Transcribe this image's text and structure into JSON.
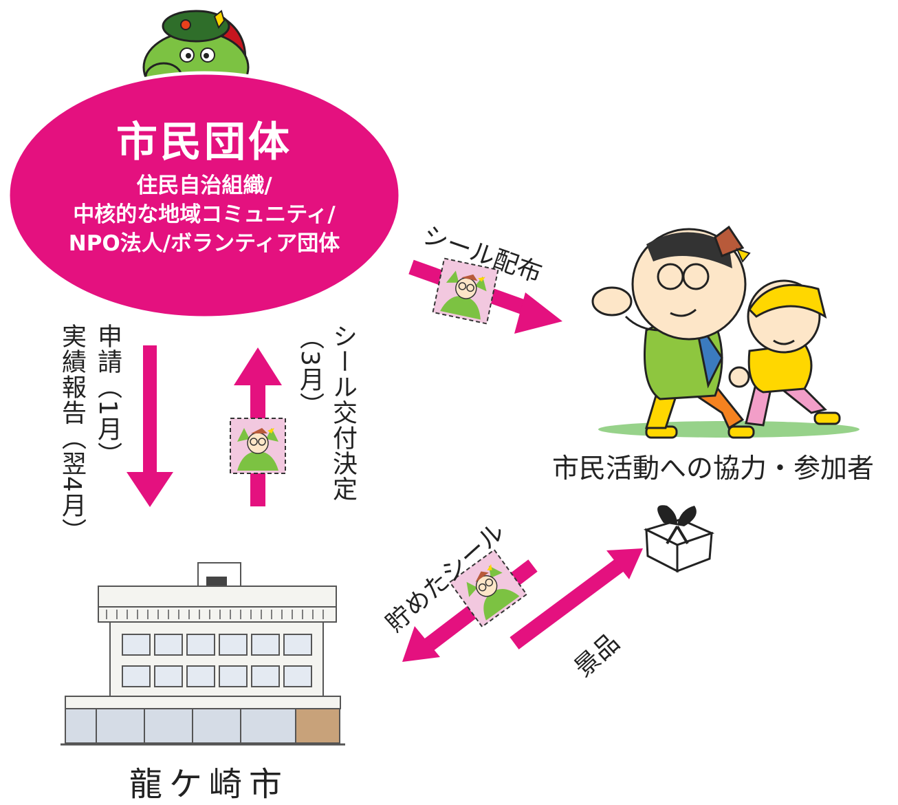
{
  "colors": {
    "accent_magenta": "#e4117f",
    "sticker_pink": "#f2c8df",
    "mascot_green": "#7cc242",
    "boy_green": "#8ec63f",
    "hat_yellow": "#ffd700"
  },
  "org": {
    "title": "市民団体",
    "subtitle_lines": [
      "住民自治組織/",
      "中核的な地域コミュニティ/",
      "NPO法人/ボランティア団体"
    ]
  },
  "flows": {
    "apply": "申請（1月）",
    "report": "実績報告（翌4月）",
    "sticker_decision": "シール交付決定",
    "sticker_decision_month": "（3月）",
    "distribute": "シール配布",
    "saved_stickers": "貯めたシール",
    "prize": "景品"
  },
  "participants_label": "市民活動への協力・参加者",
  "city_label": "龍ケ崎市",
  "icons": [
    "dragon-mascot-icon",
    "sticker-icon",
    "gift-box-icon",
    "city-hall-icon",
    "participants-illustration"
  ]
}
